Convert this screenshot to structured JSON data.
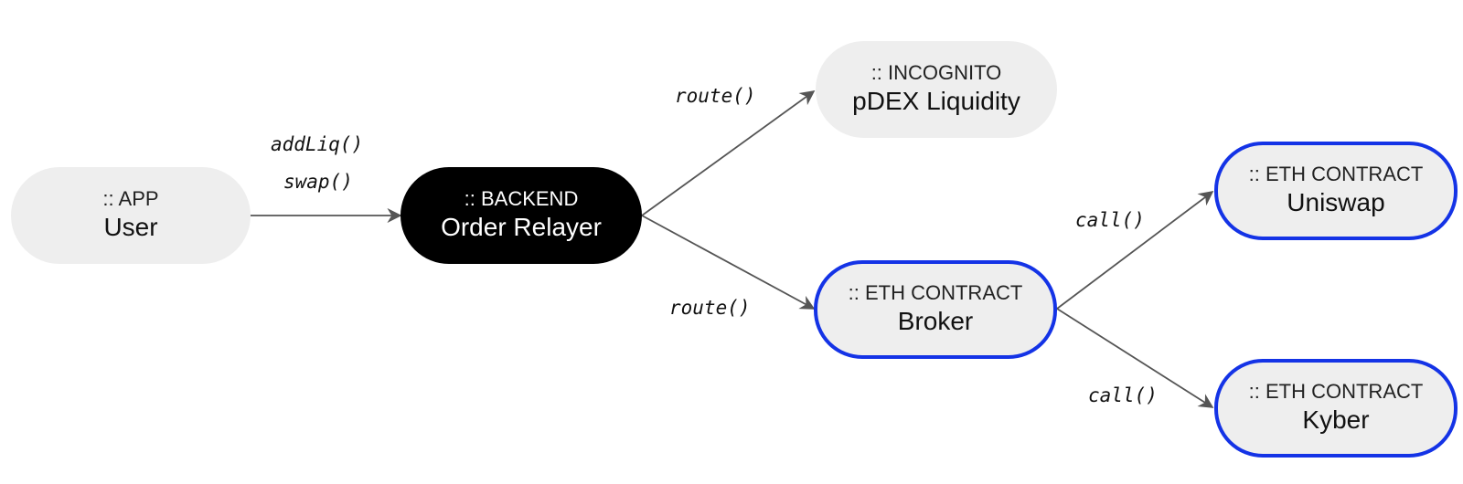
{
  "nodes": {
    "user": {
      "kind": ":: APP",
      "name": "User"
    },
    "relayer": {
      "kind": ":: BACKEND",
      "name": "Order Relayer"
    },
    "pdex": {
      "kind": ":: INCOGNITO",
      "name": "pDEX Liquidity"
    },
    "broker": {
      "kind": ":: ETH CONTRACT",
      "name": "Broker"
    },
    "uniswap": {
      "kind": ":: ETH CONTRACT",
      "name": "Uniswap"
    },
    "kyber": {
      "kind": ":: ETH CONTRACT",
      "name": "Kyber"
    }
  },
  "edges": {
    "user_relayer": [
      "addLiq()",
      "swap()"
    ],
    "relayer_pdex": "route()",
    "relayer_broker": "route()",
    "broker_uniswap": "call()",
    "broker_kyber": "call()"
  },
  "colors": {
    "node_fill": "#eeeeee",
    "backend_fill": "#000000",
    "contract_border": "#1433e6",
    "edge": "#555555"
  }
}
